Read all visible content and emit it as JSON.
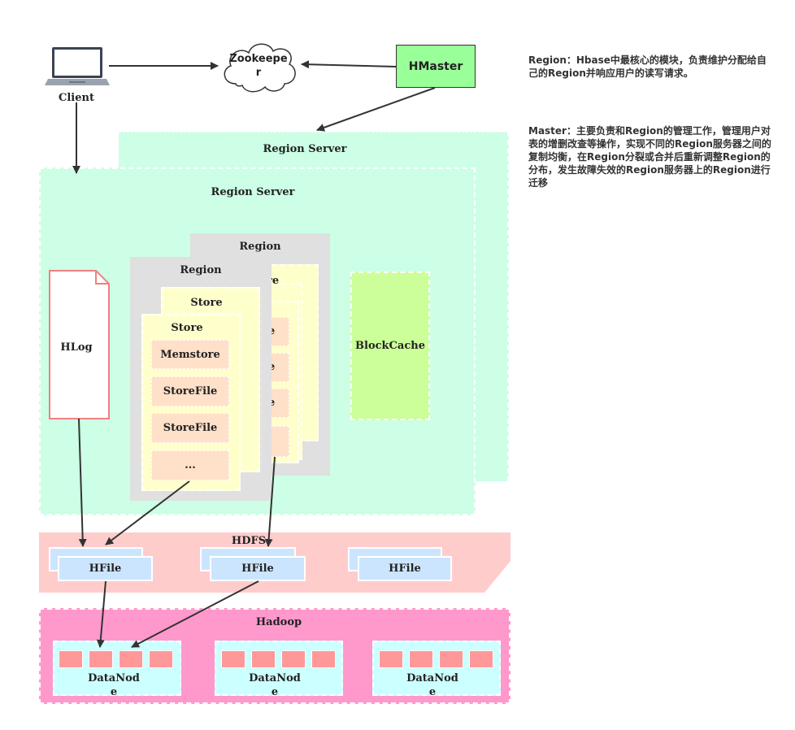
{
  "client": {
    "label": "Client",
    "icon": "laptop-icon"
  },
  "zookeeper": {
    "label_line1": "Zookeepe",
    "label_line2": "r",
    "icon": "cloud-icon"
  },
  "hmaster": {
    "label": "HMaster",
    "fill": "#99ff99"
  },
  "region_server_back": {
    "label": "Region Server"
  },
  "region_server_front": {
    "label": "Region Server"
  },
  "region_back": {
    "label": "Region",
    "store_label_partial": "re",
    "item_fragments": [
      "e",
      "e",
      "e"
    ]
  },
  "region_front": {
    "label": "Region",
    "store_back_label": "Store",
    "store_front_label": "Store",
    "items": [
      "Memstore",
      "StoreFile",
      "StoreFile",
      "..."
    ]
  },
  "hlog": {
    "label": "HLog"
  },
  "blockcache": {
    "label": "BlockCache",
    "fill": "#ccff99"
  },
  "hdfs": {
    "label": "HDFS",
    "hfiles": [
      "HFile",
      "HFile",
      "HFile"
    ]
  },
  "hadoop": {
    "label": "Hadoop",
    "datanodes": [
      {
        "line1": "DataNod",
        "line2": "e"
      },
      {
        "line1": "DataNod",
        "line2": "e"
      },
      {
        "line1": "DataNod",
        "line2": "e"
      }
    ]
  },
  "notes": {
    "region": "Region：Hbase中最核心的模块，负责维护分配给自己的Region并响应用户的读写请求。",
    "master": "Master：主要负责和Region的管理工作，管理用户对表的增删改查等操作，实现不同的Region服务器之间的复制均衡，在Region分裂或合并后重新调整Region的分布，发生故障失效的Region服务器上的Region进行迁移"
  },
  "colors": {
    "region_server": "#ccffe6",
    "region": "#e0e0e0",
    "store": "#ffffcc",
    "store_item": "#ffe0c8",
    "hdfs": "#ffcccc",
    "hfile": "#cce5ff",
    "hadoop": "#ff99cc",
    "datanode": "#ccffff",
    "block": "#ff9999",
    "hlog_border": "#f08080"
  }
}
